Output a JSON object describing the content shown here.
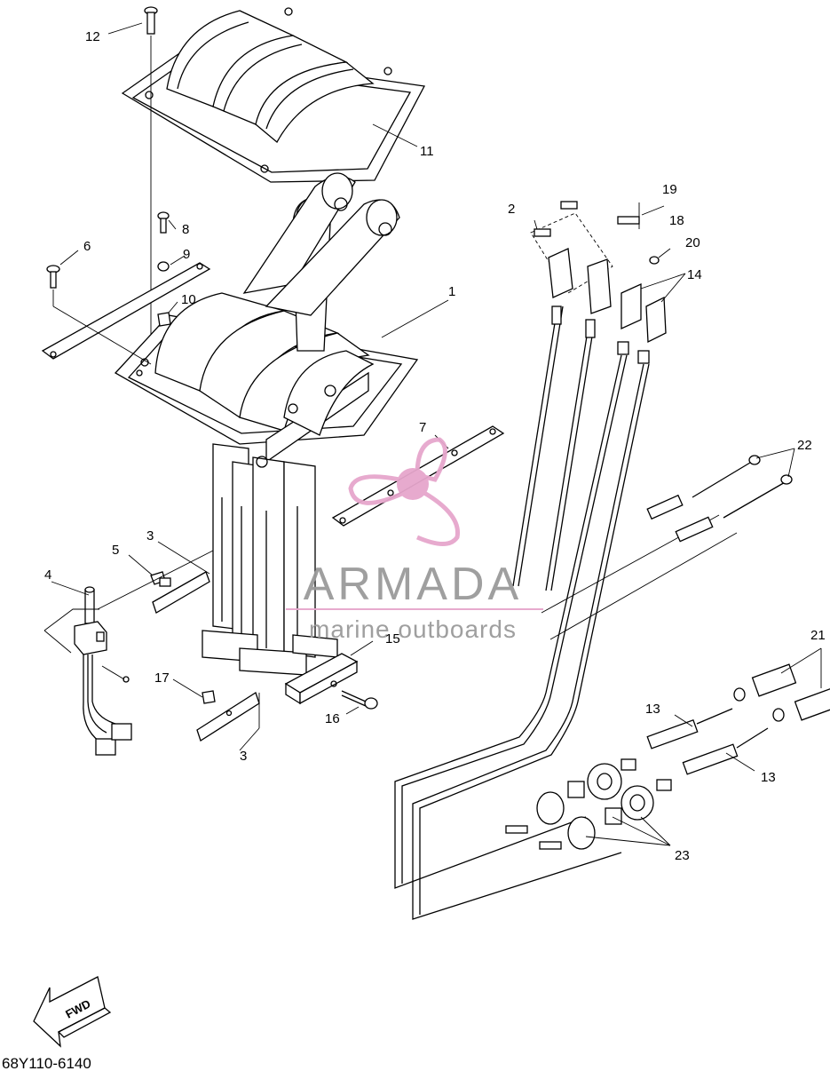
{
  "watermark": {
    "brand": "ARMADA",
    "tagline": "marine outboards",
    "brand_color": "#e6a6cc",
    "text_color": "#9a9a9a"
  },
  "labels": {
    "l1": "1",
    "l2": "2",
    "l3a": "3",
    "l3b": "3",
    "l4": "4",
    "l5": "5",
    "l6": "6",
    "l7": "7",
    "l8": "8",
    "l9": "9",
    "l10": "10",
    "l11": "11",
    "l12": "12",
    "l13a": "13",
    "l13b": "13",
    "l14": "14",
    "l15": "15",
    "l16": "16",
    "l17": "17",
    "l18": "18",
    "l19": "19",
    "l20": "20",
    "l21": "21",
    "l22": "22",
    "l23": "23"
  },
  "fwd_label": "FWD",
  "diagram_code": "68Y110-6140"
}
